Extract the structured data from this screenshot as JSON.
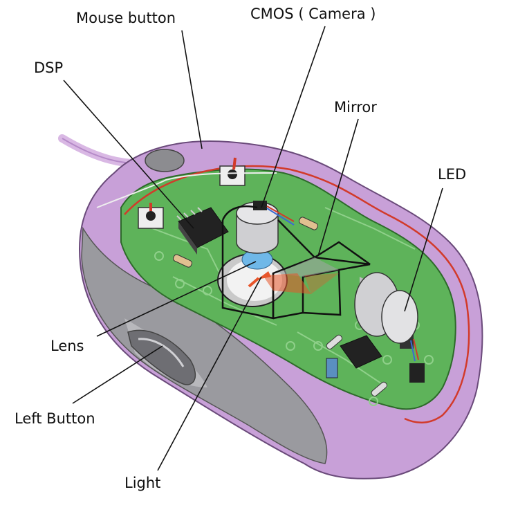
{
  "diagram": {
    "labels": {
      "mouse_button": "Mouse button",
      "cmos": "CMOS ( Camera )",
      "dsp": "DSP",
      "mirror": "Mirror",
      "led": "LED",
      "lens": "Lens",
      "left_button": "Left Button",
      "light": "Light"
    },
    "colors": {
      "shell_purple": "#c8a0d8",
      "shell_purple_dark": "#9c6ab8",
      "shell_gray": "#8f8f94",
      "board_green": "#5eb35a",
      "board_trace": "#8fd08a",
      "cable": "#d9b8e4",
      "red_wire": "#d23a2a",
      "light_beam": "#e8552a"
    },
    "icons": [
      "optical-mouse-illustration"
    ]
  }
}
